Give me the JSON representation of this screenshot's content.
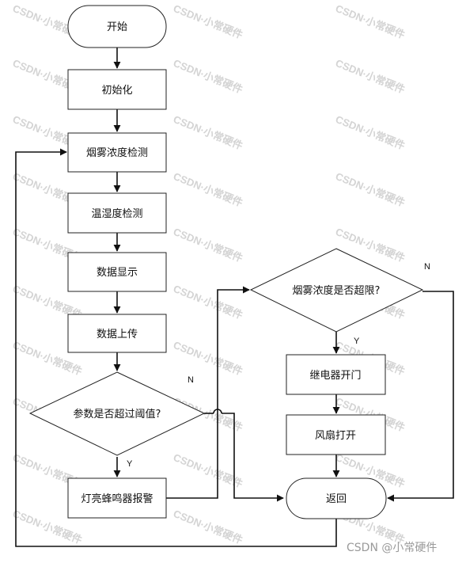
{
  "nodes": {
    "start": "开始",
    "init": "初始化",
    "smoke_detect": "烟雾浓度检测",
    "temp_humidity": "温湿度检测",
    "display": "数据显示",
    "upload": "数据上传",
    "threshold_check": "参数是否超过阈值?",
    "alarm": "灯亮蜂鸣器报警",
    "smoke_limit_check": "烟雾浓度是否超限?",
    "relay_open": "继电器开门",
    "fan_on": "风扇打开",
    "return": "返回"
  },
  "edge_labels": {
    "threshold_no": "N",
    "threshold_yes": "Y",
    "smoke_no": "N",
    "smoke_yes": "Y"
  },
  "watermark": "CSDN·小常硬件",
  "credit": "CSDN @小常硬件"
}
